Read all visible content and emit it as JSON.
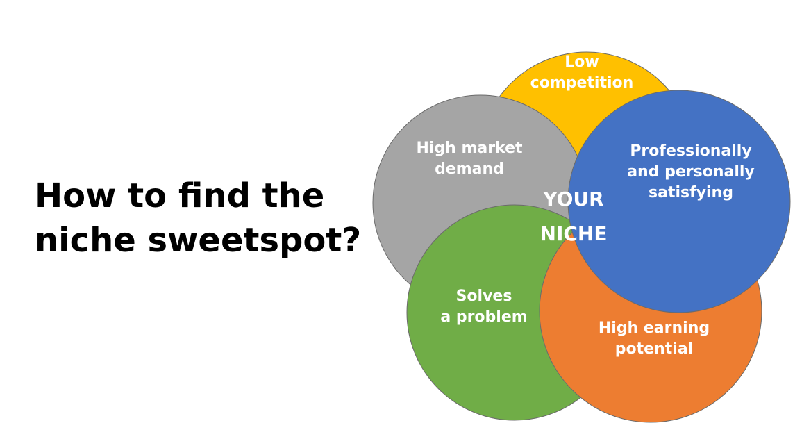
{
  "title": {
    "line1": "How to find the",
    "line2": "niche sweetspot?"
  },
  "diagram": {
    "center_label": [
      "YOUR",
      "NICHE"
    ],
    "circles": [
      {
        "id": "low-competition",
        "label": [
          "Low",
          "competition"
        ],
        "color": "#ffc000"
      },
      {
        "id": "high-market-demand",
        "label": [
          "High market",
          "demand"
        ],
        "color": "#a5a5a5"
      },
      {
        "id": "solves-problem",
        "label": [
          "Solves",
          "a problem"
        ],
        "color": "#70ad47"
      },
      {
        "id": "high-earning",
        "label": [
          "High earning",
          "potential"
        ],
        "color": "#ed7d31"
      },
      {
        "id": "professionally-satisfying",
        "label": [
          "Professionally",
          "and personally",
          "satisfying"
        ],
        "color": "#4472c4"
      }
    ]
  }
}
